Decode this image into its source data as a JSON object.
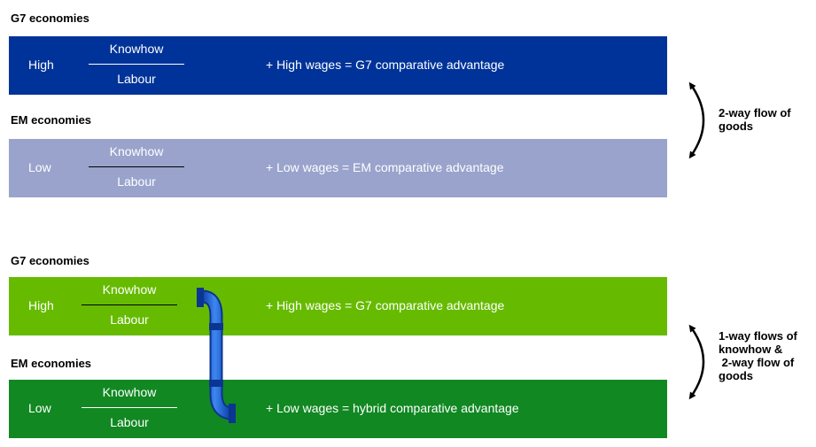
{
  "top": {
    "g7_heading": "G7 economies",
    "em_heading": "EM economies",
    "g7_band": {
      "level": "High",
      "numerator": "Knowhow",
      "denominator": "Labour",
      "equation": "+ High wages = G7 comparative advantage",
      "color": "#003399"
    },
    "em_band": {
      "level": "Low",
      "numerator": "Knowhow",
      "denominator": "Labour",
      "equation": "+ Low wages = EM comparative advantage",
      "color": "#99a3cc"
    },
    "flow_label": "2-way flow of\ngoods"
  },
  "bottom": {
    "g7_heading": "G7 economies",
    "em_heading": "EM economies",
    "g7_band": {
      "level": "High",
      "numerator": "Knowhow",
      "denominator": "Labour",
      "equation": "+ High wages = G7 comparative advantage",
      "color": "#66bb00"
    },
    "em_band": {
      "level": "Low",
      "numerator": "Knowhow",
      "denominator": "Labour",
      "equation": "+ Low wages = hybrid comparative advantage",
      "color": "#118822"
    },
    "flow_label": "1-way flows of\nknowhow &\n 2-way flow of\ngoods"
  },
  "colors": {
    "pipe": "#1a5fd6",
    "pipe_dark": "#123f9e",
    "arrow": "#000000"
  }
}
